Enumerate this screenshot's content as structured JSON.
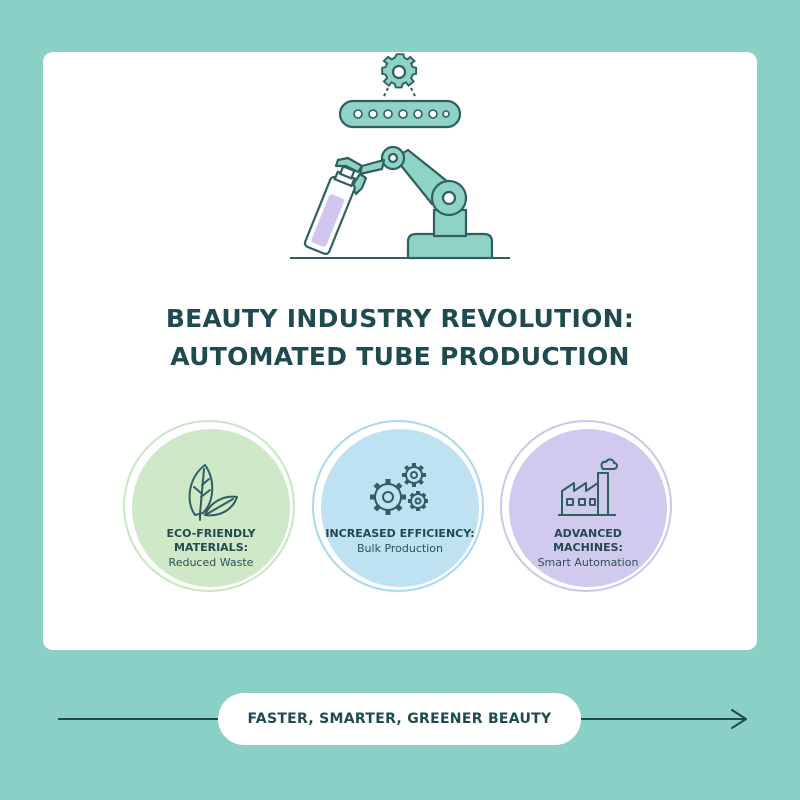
{
  "title": {
    "line1": "BEAUTY INDUSTRY REVOLUTION:",
    "line2": "AUTOMATED TUBE PRODUCTION"
  },
  "hero": {
    "icons": [
      "gear-icon",
      "conveyor-belt-icon",
      "robotic-arm-icon",
      "tube-icon"
    ]
  },
  "features": [
    {
      "icon": "leaf-icon",
      "heading_line1": "ECO-FRIENDLY",
      "heading_line2": "MATERIALS:",
      "sub": "Reduced Waste",
      "color": "#cfe8c8"
    },
    {
      "icon": "gears-icon",
      "heading_line1": "INCREASED EFFICIENCY:",
      "heading_line2": "",
      "sub": "Bulk Production",
      "color": "#bfe2f2"
    },
    {
      "icon": "factory-icon",
      "heading_line1": "ADVANCED",
      "heading_line2": "MACHINES:",
      "sub": "Smart Automation",
      "color": "#d2c9ee"
    }
  ],
  "footer": {
    "tagline": "FASTER, SMARTER, GREENER BEAUTY"
  },
  "colors": {
    "background": "#8bd0c6",
    "accent": "#5fb3a6",
    "text": "#1f4a50"
  }
}
